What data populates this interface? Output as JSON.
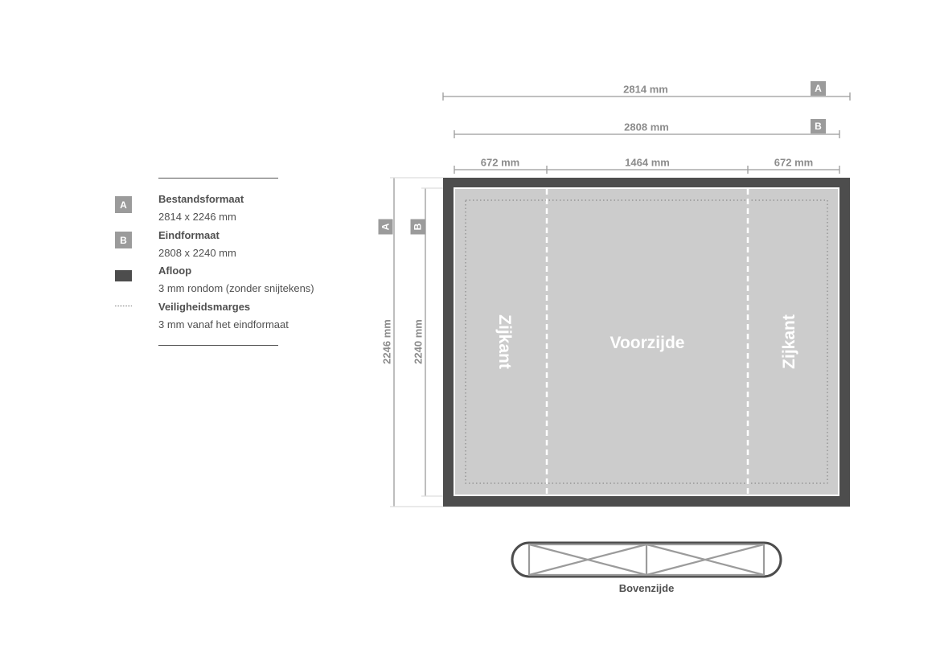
{
  "legend": {
    "items": [
      {
        "badge": "A",
        "title": "Bestandsformaat",
        "desc": "2814 x 2246 mm"
      },
      {
        "badge": "B",
        "title": "Eindformaat",
        "desc": "2808 x 2240 mm"
      },
      {
        "title": "Afloop",
        "desc": "3 mm rondom (zonder snijtekens)"
      },
      {
        "title": "Veiligheidsmarges",
        "desc": "3 mm vanaf het eindformaat"
      }
    ]
  },
  "dimensions": {
    "width_file": "2814 mm",
    "width_final": "2808 mm",
    "height_file": "2246 mm",
    "height_final": "2240 mm",
    "badge_a": "A",
    "badge_b": "B",
    "segments": [
      "672 mm",
      "1464 mm",
      "672 mm"
    ]
  },
  "panels": {
    "left": "Zijkant",
    "center": "Voorzijde",
    "right": "Zijkant"
  },
  "top_view": {
    "caption": "Bovenzijde"
  },
  "colors": {
    "bleed": "#4d4d4d",
    "panel": "#cccccc",
    "dimension_line": "#9b9b9b",
    "badge": "#9b9b9b"
  }
}
